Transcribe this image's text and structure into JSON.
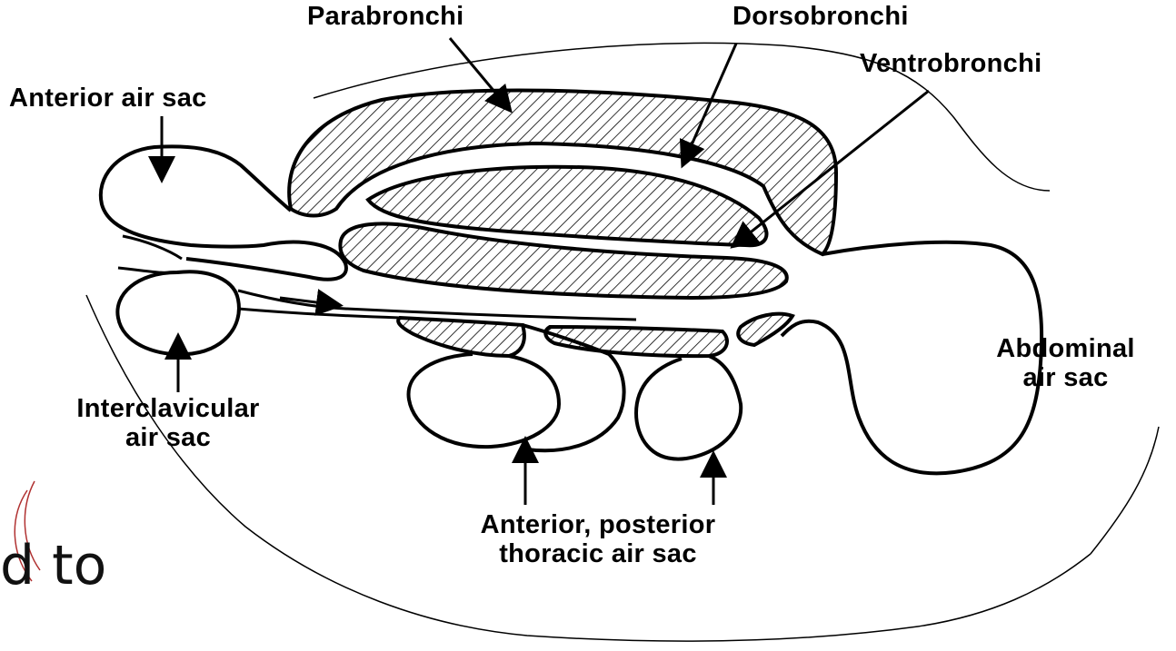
{
  "diagram": {
    "labels": {
      "parabronchi": "Parabronchi",
      "dorsobronchi": "Dorsobronchi",
      "ventrobronchi": "Ventrobronchi",
      "anterior_air_sac": "Anterior air sac",
      "abdominal_line1": "Abdominal",
      "abdominal_line2": "air sac",
      "interclavicular_line1": "Interclavicular",
      "interclavicular_line2": "air sac",
      "thoracic_line1": "Anterior, posterior",
      "thoracic_line2": "thoracic air sac"
    }
  },
  "slide": {
    "fragment_text": "d to"
  },
  "colors": {
    "ink": "#000000",
    "hatch": "#000000",
    "background": "#ffffff",
    "ornament": "#b03030"
  }
}
